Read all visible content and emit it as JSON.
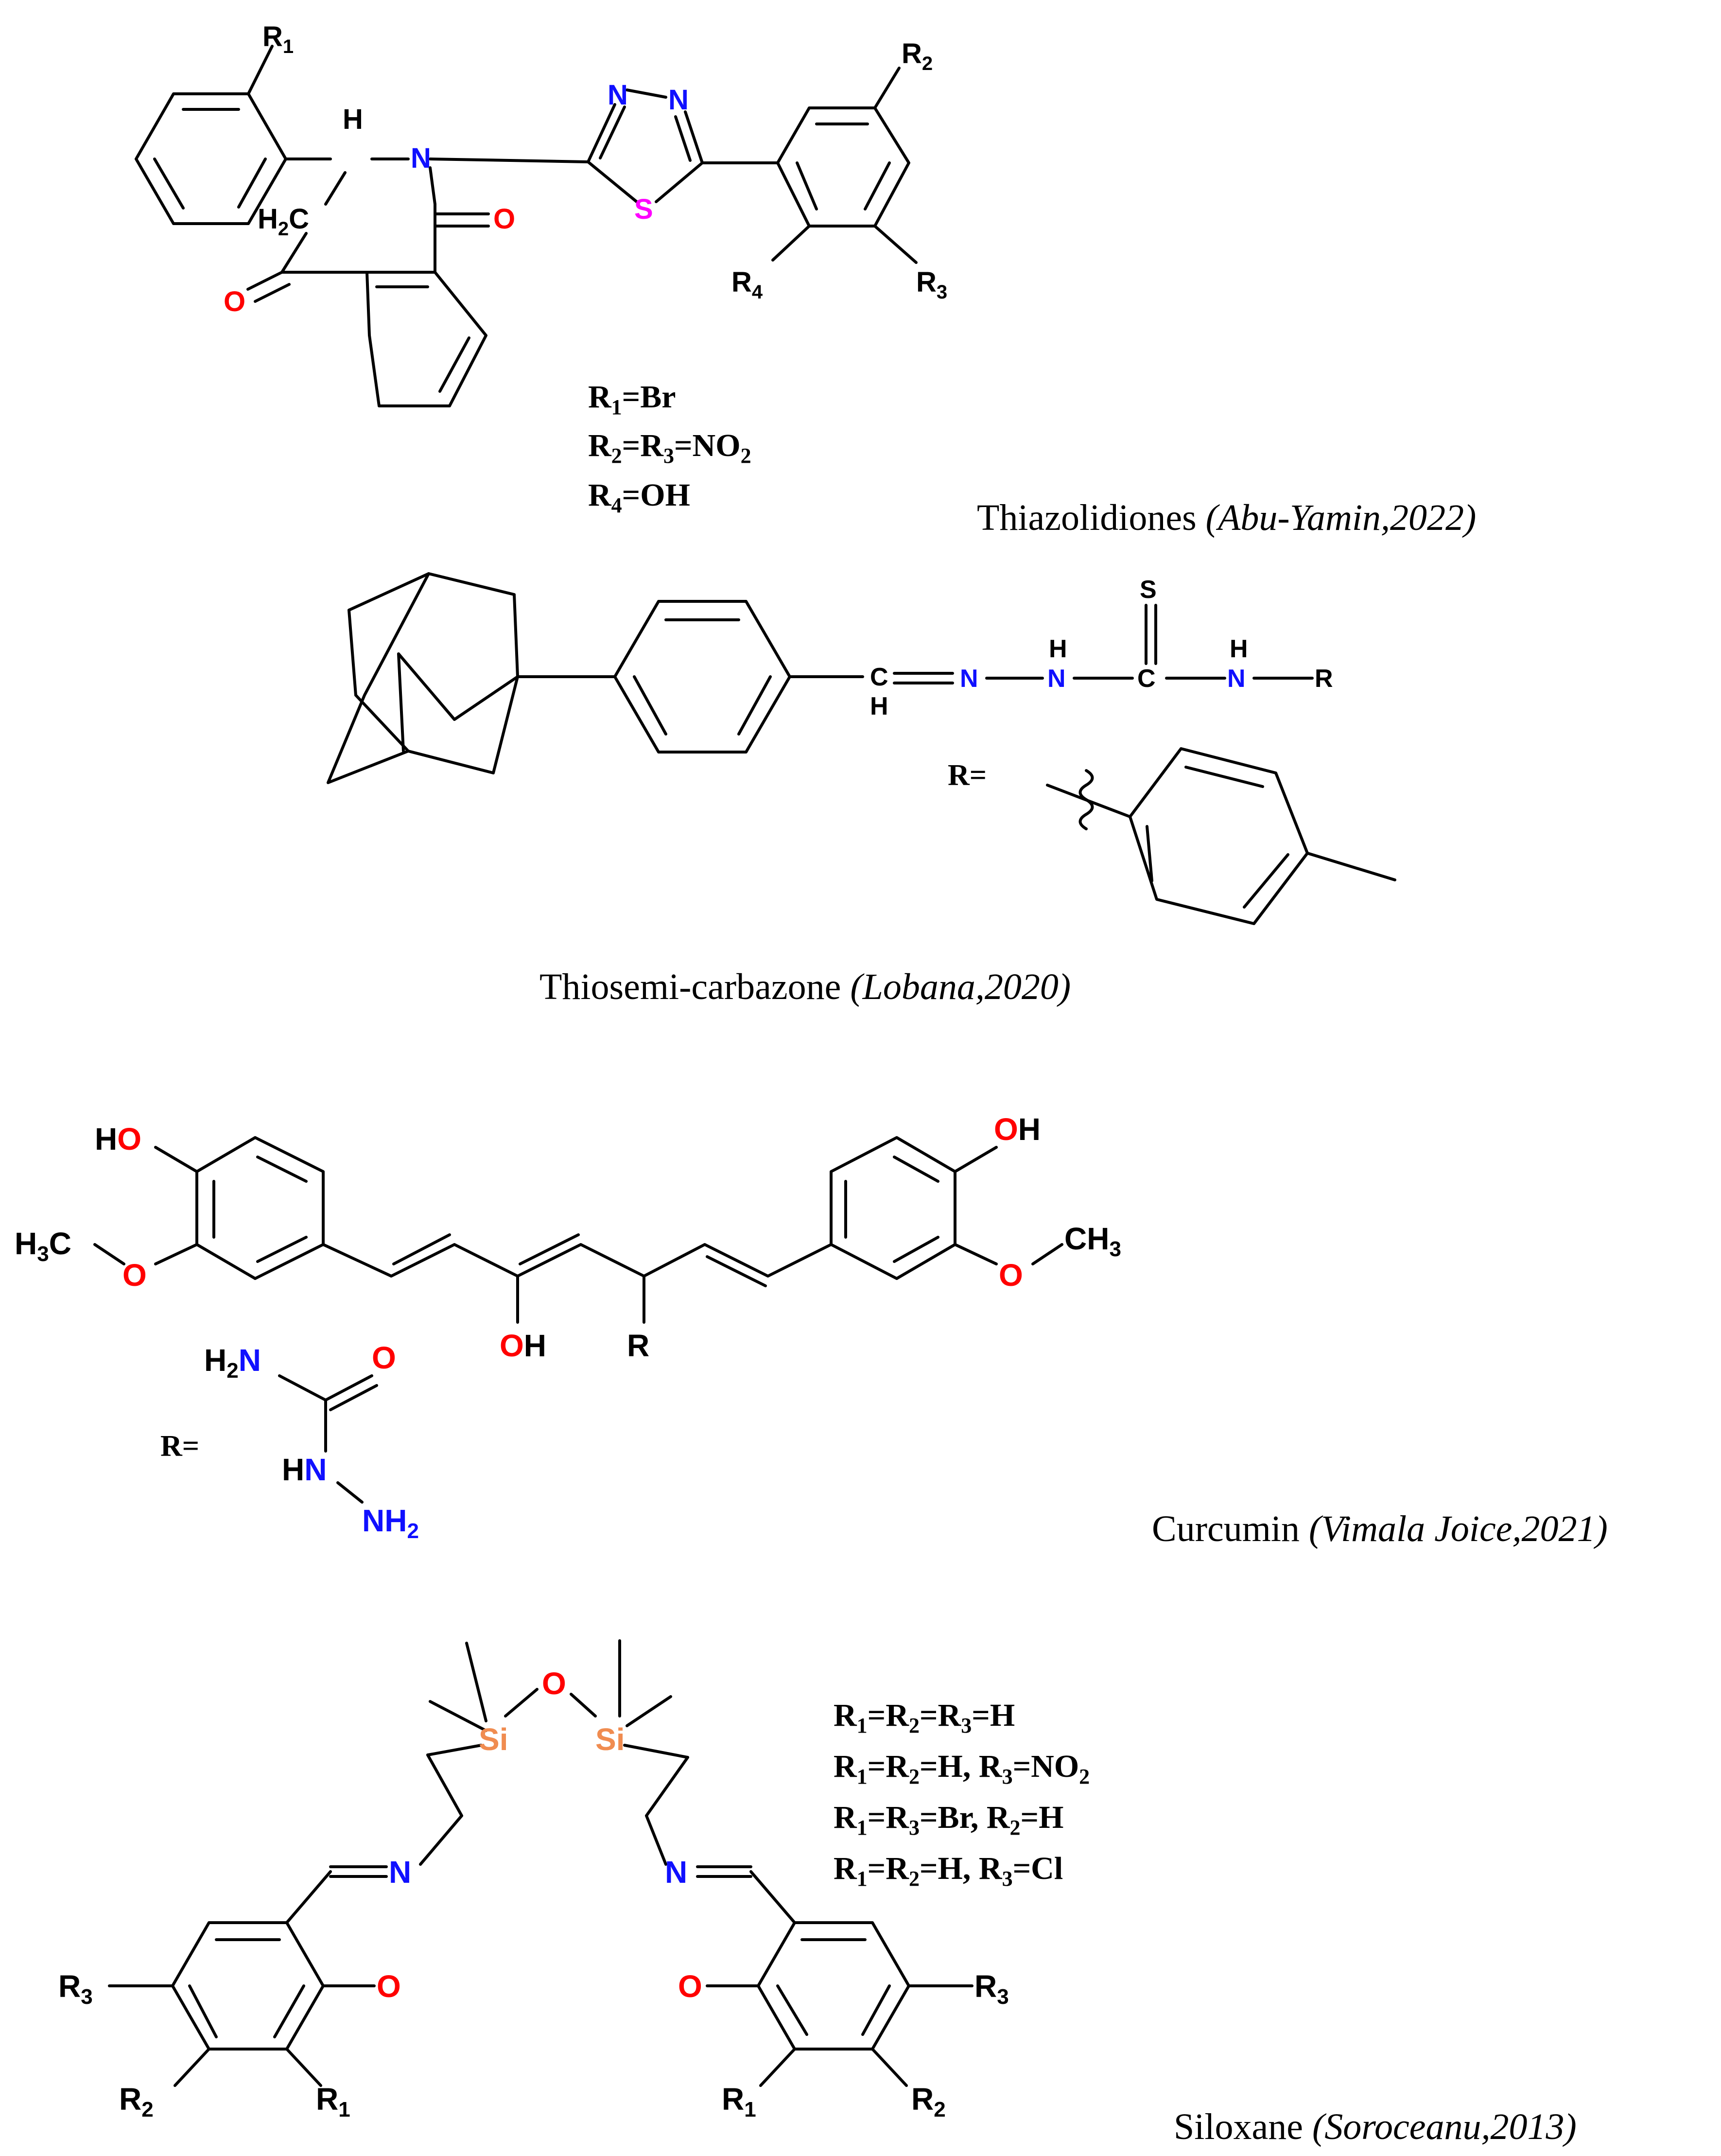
{
  "colors": {
    "carbon": "#000000",
    "nitrogen": "#1010ff",
    "oxygen": "#ff0000",
    "sulfur": "#ff00ff",
    "silicon": "#f08c50"
  },
  "thiazolidione": {
    "atoms": {
      "r1": "R",
      "r1_sub": "1",
      "h": "H",
      "n": "N",
      "ch2_h": "H",
      "ch2_sub": "2",
      "ch2_c": "C",
      "o_amide": "O",
      "o_ketone": "O",
      "n1": "N",
      "n2": "N",
      "s": "S",
      "r2": "R",
      "r2_sub": "2",
      "r3": "R",
      "r3_sub": "3",
      "r4": "R",
      "r4_sub": "4"
    },
    "sub_lines": [
      {
        "r": "R",
        "s1": "1",
        "t": "=Br"
      },
      {
        "r": "R",
        "s1": "2",
        "m": "=R",
        "s2": "3",
        "t": "=NO",
        "s3": "2"
      },
      {
        "r": "R",
        "s1": "4",
        "t": "=OH"
      }
    ],
    "caption": {
      "name": "Thiazolidiones ",
      "ref": "(Abu-Yamin,2022)"
    }
  },
  "thiosemicarbazone": {
    "atoms": {
      "ch_c": "C",
      "ch_h": "H",
      "n1": "N",
      "nh_h": "H",
      "nh_n": "N",
      "c": "C",
      "s": "S",
      "nh2_h": "H",
      "nh2_n": "N",
      "r": "R",
      "r_eq": "R="
    },
    "caption": {
      "name": "Thiosemi-carbazone ",
      "ref": "(Lobana,2020)"
    }
  },
  "curcumin": {
    "atoms": {
      "ho_left_h": "H",
      "ho_left_o": "O",
      "h3c": "H",
      "h3c_sub": "3",
      "h3c_c": "C",
      "o_left": "O",
      "oh_o": "O",
      "oh_h": "H",
      "r": "R",
      "oh_right_o": "O",
      "oh_right_h": "H",
      "o_right": "O",
      "ch3": "CH",
      "ch3_sub": "3",
      "r_eq": "R=",
      "h2n_h": "H",
      "h2n_sub": "2",
      "h2n_n": "N",
      "o_urea": "O",
      "hn_h": "H",
      "hn_n": "N",
      "nh2_n": "N",
      "nh2_h": "H",
      "nh2_sub": "2"
    },
    "caption": {
      "name": "Curcumin ",
      "ref": "(Vimala Joice,2021)"
    }
  },
  "siloxane": {
    "atoms": {
      "o_top": "O",
      "si_left": "Si",
      "si_right": "Si",
      "n_left": "N",
      "n_right": "N",
      "o_left": "O",
      "o_right": "O",
      "r3_left": "R",
      "r3_left_sub": "3",
      "r2_left": "R",
      "r2_left_sub": "2",
      "r1_left": "R",
      "r1_left_sub": "1",
      "r1_right": "R",
      "r1_right_sub": "1",
      "r2_right": "R",
      "r2_right_sub": "2",
      "r3_right": "R",
      "r3_right_sub": "3"
    },
    "sub_lines": [
      {
        "a": "R",
        "s1": "1",
        "b": "=R",
        "s2": "2",
        "c": "=R",
        "s3": "3",
        "d": "=H"
      },
      {
        "a": "R",
        "s1": "1",
        "b": "=R",
        "s2": "2",
        "c": "=H, R",
        "s3": "3",
        "d": "=NO",
        "s4": "2"
      },
      {
        "a": "R",
        "s1": "1",
        "b": "=R",
        "s2": "3",
        "c": "=Br, R",
        "s3": "2",
        "d": "=H"
      },
      {
        "a": "R",
        "s1": "1",
        "b": "=R",
        "s2": "2",
        "c": "=H, R",
        "s3": "3",
        "d": "=Cl"
      }
    ],
    "caption": {
      "name": "Siloxane ",
      "ref": "(Soroceanu,2013)"
    }
  }
}
